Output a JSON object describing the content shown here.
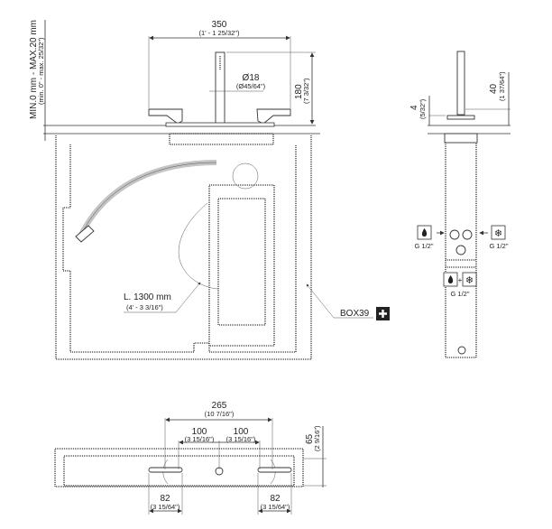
{
  "front_view": {
    "height_range_mm": "MIN.0 mm - MAX.20 mm",
    "height_range_in": "(min. 0\" - max. 25/32\")",
    "width_mm": "350",
    "width_in": "(1' - 1 25/32\")",
    "diameter_mm": "Ø18",
    "diameter_in": "(Ø45/64\")",
    "spout_height_mm": "180",
    "spout_height_in": "(7 3/32\")",
    "hose_length_mm": "L. 1300 mm",
    "hose_length_in": "(4' - 3 3/16\")",
    "box_label": "BOX39"
  },
  "side_view": {
    "plate_mm": "4",
    "plate_in": "(5/32\")",
    "offset_mm": "40",
    "offset_in": "(1 37/64\")",
    "hot_inlet": "G 1/2\"",
    "cold_inlet": "G 1/2\"",
    "mixed_outlet": "G 1/2\""
  },
  "top_view": {
    "overall_mm": "265",
    "overall_in": "(10 7/16\")",
    "left_spacing_mm": "100",
    "left_spacing_in": "(3 15/16\")",
    "right_spacing_mm": "100",
    "right_spacing_in": "(3 15/16\")",
    "depth_mm": "65",
    "depth_in": "(2 9/16\")",
    "left_slot_mm": "82",
    "left_slot_in": "(3 15/64\")",
    "right_slot_mm": "82",
    "right_slot_in": "(3 15/64\")"
  }
}
